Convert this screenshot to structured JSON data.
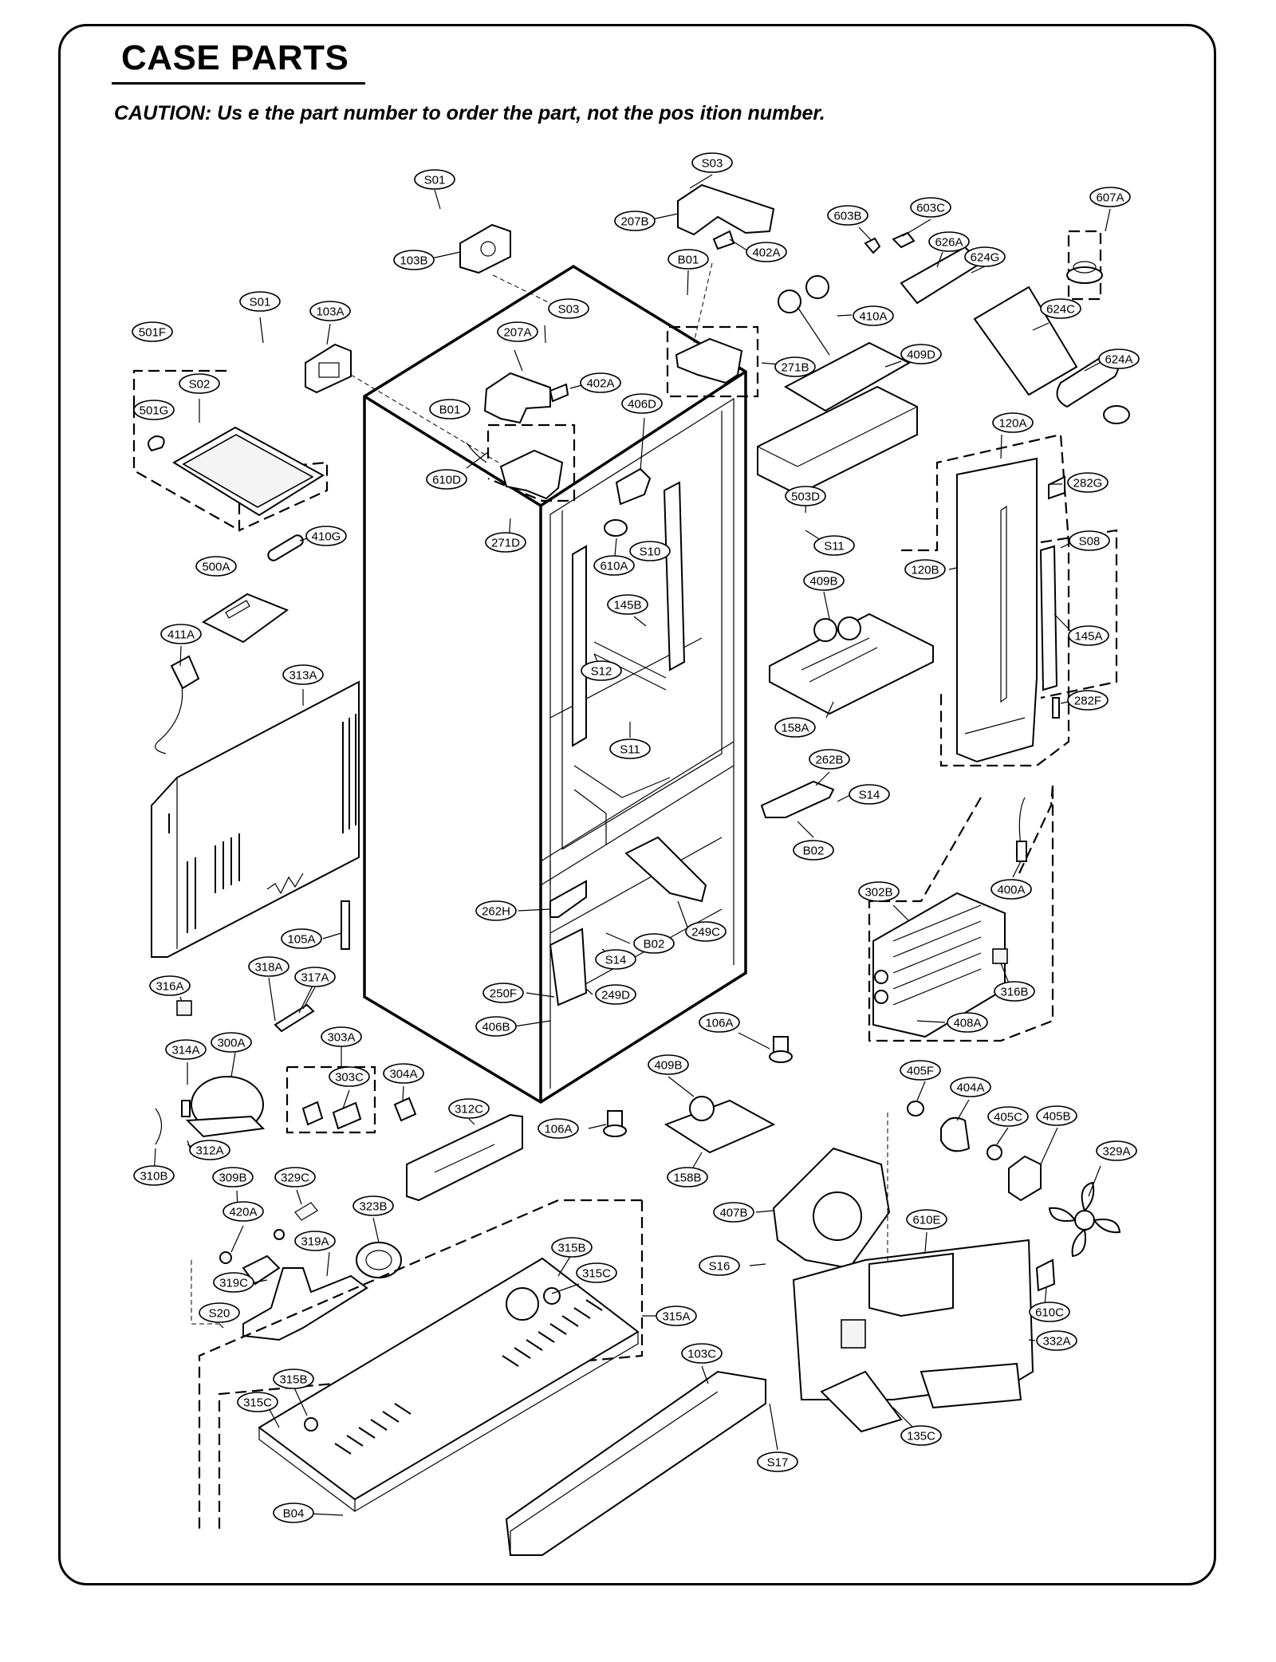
{
  "title": "CASE PARTS",
  "caution": "CAUTION: Us e the part number to order the part, not the pos ition number.",
  "callouts": [
    {
      "label": "S01"
    },
    {
      "label": "S03"
    },
    {
      "label": "207B"
    },
    {
      "label": "402A"
    },
    {
      "label": "103B"
    },
    {
      "label": "B01"
    },
    {
      "label": "603B"
    },
    {
      "label": "603C"
    },
    {
      "label": "626A"
    },
    {
      "label": "624G"
    },
    {
      "label": "607A"
    },
    {
      "label": "410A"
    },
    {
      "label": "624C"
    },
    {
      "label": "S01"
    },
    {
      "label": "103A"
    },
    {
      "label": "S03"
    },
    {
      "label": "207A"
    },
    {
      "label": "402A"
    },
    {
      "label": "271B"
    },
    {
      "label": "409D"
    },
    {
      "label": "624A"
    },
    {
      "label": "501F"
    },
    {
      "label": "S02"
    },
    {
      "label": "501G"
    },
    {
      "label": "B01"
    },
    {
      "label": "406D"
    },
    {
      "label": "120A"
    },
    {
      "label": "610D"
    },
    {
      "label": "503D"
    },
    {
      "label": "282G"
    },
    {
      "label": "410G"
    },
    {
      "label": "271D"
    },
    {
      "label": "610A"
    },
    {
      "label": "S10"
    },
    {
      "label": "S11"
    },
    {
      "label": "S08"
    },
    {
      "label": "120B"
    },
    {
      "label": "500A"
    },
    {
      "label": "409B"
    },
    {
      "label": "145B"
    },
    {
      "label": "145A"
    },
    {
      "label": "411A"
    },
    {
      "label": "S12"
    },
    {
      "label": "282F"
    },
    {
      "label": "313A"
    },
    {
      "label": "158A"
    },
    {
      "label": "S11"
    },
    {
      "label": "262B"
    },
    {
      "label": "S14"
    },
    {
      "label": "B02"
    },
    {
      "label": "302B"
    },
    {
      "label": "400A"
    },
    {
      "label": "262H"
    },
    {
      "label": "249C"
    },
    {
      "label": "105A"
    },
    {
      "label": "B02"
    },
    {
      "label": "S14"
    },
    {
      "label": "318A"
    },
    {
      "label": "317A"
    },
    {
      "label": "316A"
    },
    {
      "label": "250F"
    },
    {
      "label": "249D"
    },
    {
      "label": "316B"
    },
    {
      "label": "406B"
    },
    {
      "label": "106A"
    },
    {
      "label": "408A"
    },
    {
      "label": "303A"
    },
    {
      "label": "314A"
    },
    {
      "label": "300A"
    },
    {
      "label": "303C"
    },
    {
      "label": "304A"
    },
    {
      "label": "409B"
    },
    {
      "label": "405F"
    },
    {
      "label": "404A"
    },
    {
      "label": "312C"
    },
    {
      "label": "106A"
    },
    {
      "label": "405C"
    },
    {
      "label": "405B"
    },
    {
      "label": "312A"
    },
    {
      "label": "310B"
    },
    {
      "label": "309B"
    },
    {
      "label": "329C"
    },
    {
      "label": "158B"
    },
    {
      "label": "329A"
    },
    {
      "label": "420A"
    },
    {
      "label": "323B"
    },
    {
      "label": "407B"
    },
    {
      "label": "610E"
    },
    {
      "label": "319A"
    },
    {
      "label": "315B"
    },
    {
      "label": "S16"
    },
    {
      "label": "315C"
    },
    {
      "label": "319C"
    },
    {
      "label": "610C"
    },
    {
      "label": "315A"
    },
    {
      "label": "S20"
    },
    {
      "label": "332A"
    },
    {
      "label": "103C"
    },
    {
      "label": "315B"
    },
    {
      "label": "315C"
    },
    {
      "label": "135C"
    },
    {
      "label": "S17"
    },
    {
      "label": "B04"
    }
  ]
}
